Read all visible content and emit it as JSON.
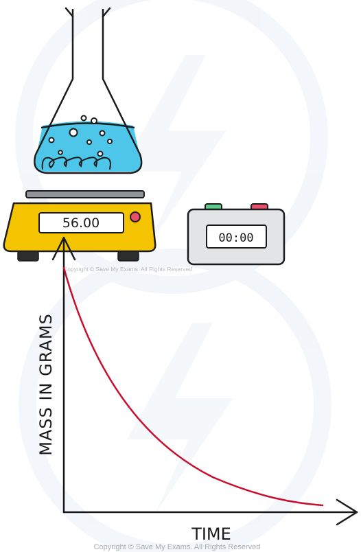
{
  "balance": {
    "reading": "56.00"
  },
  "stopwatch": {
    "time": "00:00"
  },
  "graph": {
    "y_label": "MASS IN GRAMS",
    "x_label": "TIME"
  },
  "copyright": {
    "small": "Copyright © Save My Exams. All Rights Reserved",
    "bottom": "Copyright © Save My Exams. All Rights Reserved"
  },
  "colors": {
    "liquid": "#4dc6ea",
    "balance_body": "#f5c400",
    "curve": "#c8102e",
    "stopwatch_body": "#e2e4e6",
    "button_green": "#5cc98a",
    "button_red": "#e8506a",
    "balance_button": "#e8506a",
    "watermark": "#eaf1f8"
  },
  "icons": [
    "conical-flask",
    "bubble",
    "heating-coil",
    "balance",
    "stopwatch",
    "arrow"
  ]
}
